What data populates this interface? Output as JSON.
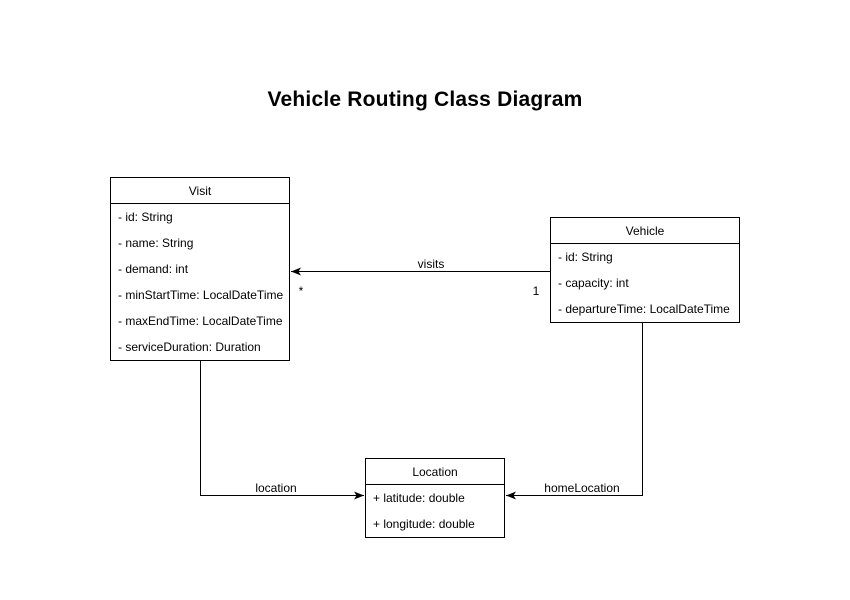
{
  "diagram": {
    "title": "Vehicle Routing Class Diagram"
  },
  "colors": {
    "stroke": "#000000",
    "fill": "#ffffff",
    "text": "#000000"
  },
  "classes": {
    "visit": {
      "name": "Visit",
      "attributes": [
        "- id: String",
        "- name: String",
        "- demand: int",
        "- minStartTime: LocalDateTime",
        "- maxEndTime: LocalDateTime",
        "- serviceDuration: Duration"
      ]
    },
    "vehicle": {
      "name": "Vehicle",
      "attributes": [
        "- id: String",
        "- capacity: int",
        "- departureTime: LocalDateTime"
      ]
    },
    "location": {
      "name": "Location",
      "attributes": [
        "+ latitude: double",
        "+ longitude: double"
      ]
    }
  },
  "edges": {
    "visits": {
      "label": "visits",
      "source": "Vehicle",
      "target": "Visit",
      "source_multiplicity": "1",
      "target_multiplicity": "*"
    },
    "location": {
      "label": "location",
      "source": "Visit",
      "target": "Location"
    },
    "home_location": {
      "label": "homeLocation",
      "source": "Vehicle",
      "target": "Location"
    }
  }
}
